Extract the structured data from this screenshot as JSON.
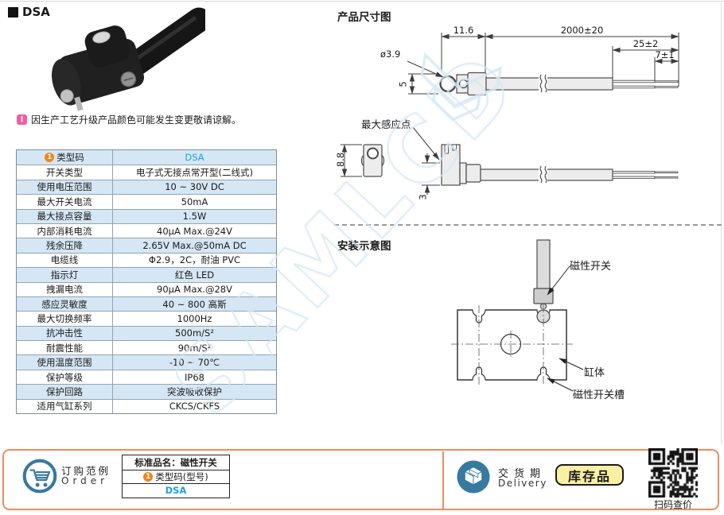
{
  "header": {
    "title": "DSA"
  },
  "photo_note": {
    "text": "因生产工艺升级产品颜色可能发生变更敬请谅解。"
  },
  "spec_table": {
    "rows": [
      {
        "label": "类型码",
        "value": "DSA",
        "badge": "1",
        "highlight": true
      },
      {
        "label": "开关类型",
        "value": "电子式无接点常开型(二线式)"
      },
      {
        "label": "使用电压范围",
        "value": "10 ~ 30V DC"
      },
      {
        "label": "最大开关电流",
        "value": "50mA"
      },
      {
        "label": "最大接点容量",
        "value": "1.5W"
      },
      {
        "label": "内部消耗电流",
        "value": "40μA Max.@24V"
      },
      {
        "label": "残余压降",
        "value": "2.65V Max.@50mA DC"
      },
      {
        "label": "电缆线",
        "value": "Φ2.9，2C，耐油 PVC"
      },
      {
        "label": "指示灯",
        "value": "红色 LED"
      },
      {
        "label": "拽漏电流",
        "value": "90μA Max.@28V"
      },
      {
        "label": "感应灵敏度",
        "value": "40 ~ 800 高斯"
      },
      {
        "label": "最大切换频率",
        "value": "1000Hz"
      },
      {
        "label": "抗冲击性",
        "value": "500m/S²"
      },
      {
        "label": "耐震性能",
        "value": "90m/S²"
      },
      {
        "label": "使用温度范围",
        "value": "-10 ~ 70℃"
      },
      {
        "label": "保护等级",
        "value": "IP68"
      },
      {
        "label": "保护回路",
        "value": "突波吸收保护"
      },
      {
        "label": "适用气缸系列",
        "value": "CKCS/CKFS"
      }
    ]
  },
  "dimension_diagram": {
    "title": "产品尺寸图",
    "labels": {
      "head_length": "11.6",
      "cable_length": "2000±20",
      "lead_length": "25±2",
      "strip_length": "7±1",
      "hole_diameter": "ø3.9",
      "head_height": "5",
      "body_height": "8.8",
      "sensing_offset": "3",
      "max_sensing_point": "最大感应点"
    }
  },
  "install_diagram": {
    "title": "安装示意图",
    "labels": {
      "switch": "磁性开关",
      "cylinder": "缸体",
      "groove": "磁性开关槽"
    }
  },
  "order_bar": {
    "order": {
      "label_cn": "订购范例",
      "label_en": "Order"
    },
    "order_table": {
      "header": "标准品名：磁性开关",
      "code_row": "类型码(型号)",
      "code_badge": "1",
      "code_value": "DSA"
    },
    "delivery": {
      "label_cn": "交货期",
      "label_en": "Delivery"
    },
    "stock_badge": "库存品",
    "qr_caption": "扫码查价"
  },
  "watermark": {
    "text": "SAMLCD"
  },
  "colors": {
    "accent_blue": "#1fa0e0",
    "badge_orange": "#f08519",
    "row_blue": "#d5e7f4",
    "bar_border": "#ee8c5f",
    "icon_blue": "#38799f",
    "stock_yellow": "#faf0a4",
    "note_pink": "#ee5fa0"
  }
}
